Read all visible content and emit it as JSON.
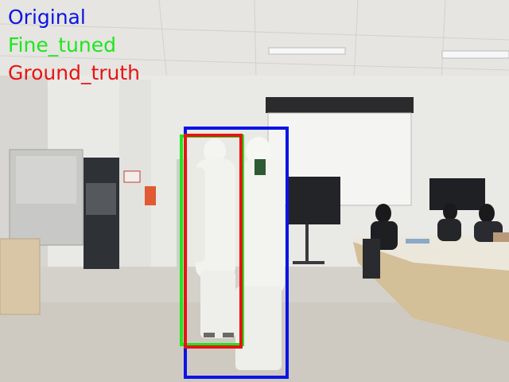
{
  "legend": [
    {
      "label": "Original",
      "color": "#0a14e6"
    },
    {
      "label": "Fine_tuned",
      "color": "#1ee61e"
    },
    {
      "label": "Ground_truth",
      "color": "#e61414"
    }
  ],
  "boxes": {
    "original_color": "#0a14e6",
    "fine_tuned_color": "#1ee61e",
    "ground_truth_color": "#e61414"
  }
}
